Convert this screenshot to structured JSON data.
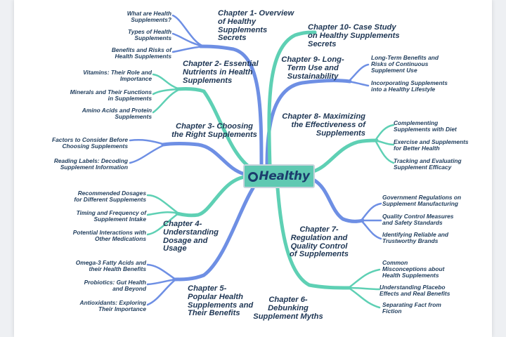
{
  "center": {
    "label": "Healthy",
    "colors": {
      "fill": "#5fc9b2",
      "text": "#1b3d6d"
    }
  },
  "colors": {
    "blue_branch": "#6e8fe4",
    "teal_branch": "#5ed0b4",
    "text": "#1f3a5a"
  },
  "chapters": [
    {
      "title": "Chapter 1- Overview\nof Healthy\nSupplements\nSecrets",
      "items": [
        "What are Health\nSupplements?",
        "Types of Health\nSupplements",
        "Benefits and Risks of\nHealth Supplements"
      ]
    },
    {
      "title": "Chapter 2- Essential\nNutrients in Health\nSupplements",
      "items": [
        "Vitamins: Their Role and\nImportance",
        "Minerals and Their Functions\nin Supplements",
        "Amino Acids and Protein\nSupplements"
      ]
    },
    {
      "title": "Chapter 3- Choosing\nthe Right Supplements",
      "items": [
        "Factors to Consider Before\nChoosing Supplements",
        "Reading Labels: Decoding\nSupplement Information"
      ]
    },
    {
      "title": "Chapter 4-\nUnderstanding\nDosage and\nUsage",
      "items": [
        "Recommended Dosages\nfor Different Supplements",
        "Timing and Frequency of\nSupplement Intake",
        "Potential Interactions with\nOther Medications"
      ]
    },
    {
      "title": "Chapter 5-\nPopular Health\nSupplements and\nTheir Benefits",
      "items": [
        "Omega-3 Fatty Acids and\ntheir Health Benefits",
        "Probiotics: Gut Health\nand Beyond",
        "Antioxidants: Exploring\nTheir Importance"
      ]
    },
    {
      "title": "Chapter 6-\nDebunking\nSupplement Myths",
      "items": [
        "Common\nMisconceptions about\nHealth Supplements",
        "Understanding Placebo\nEffects and Real Benefits",
        "Separating Fact from\nFiction"
      ]
    },
    {
      "title": "Chapter 7-\nRegulation and\nQuality Control\nof Supplements",
      "items": [
        "Government Regulations on\nSupplement Manufacturing",
        "Quality Control Measures\nand Safety Standards",
        "Identifying Reliable and\nTrustworthy Brands"
      ]
    },
    {
      "title": "Chapter 8- Maximizing\nthe Effectiveness of\nSupplements",
      "items": [
        "Complementing\nSupplements with Diet",
        "Exercise and Supplements\nfor Better Health",
        "Tracking and Evaluating\nSupplement Efficacy"
      ]
    },
    {
      "title": "Chapter 9- Long-\nTerm Use and\nSustainability",
      "items": [
        "Long-Term Benefits and\nRisks of Continuous\nSupplement Use",
        "Incorporating Supplements\ninto a Healthy Lifestyle"
      ]
    },
    {
      "title": "Chapter 10- Case Study\non Healthy Supplements\nSecrets",
      "items": []
    }
  ]
}
